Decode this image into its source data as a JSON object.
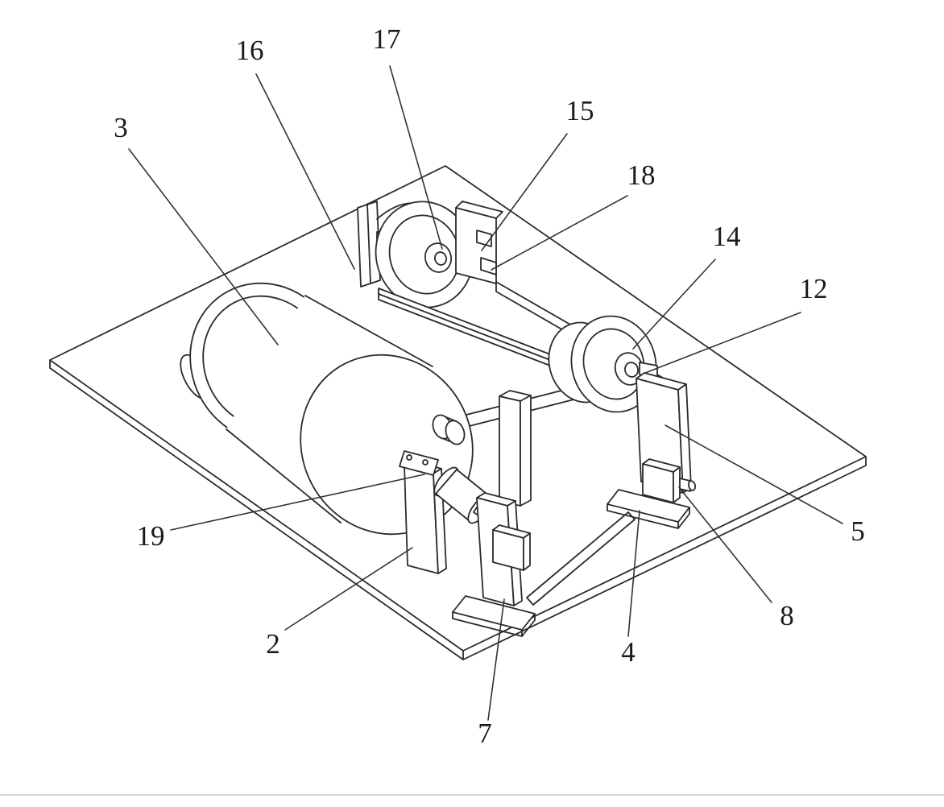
{
  "figure": {
    "background_color": "#ffffff",
    "line_color": "#2b2b2b",
    "label_color": "#1a1a1a",
    "callouts": [
      {
        "text": "3"
      },
      {
        "text": "16"
      },
      {
        "text": "17"
      },
      {
        "text": "15"
      },
      {
        "text": "18"
      },
      {
        "text": "14"
      },
      {
        "text": "12"
      },
      {
        "text": "5"
      },
      {
        "text": "8"
      },
      {
        "text": "4"
      },
      {
        "text": "7"
      },
      {
        "text": "2"
      },
      {
        "text": "19"
      }
    ]
  },
  "footer": {
    "divider_color": "#d9d9d9"
  }
}
